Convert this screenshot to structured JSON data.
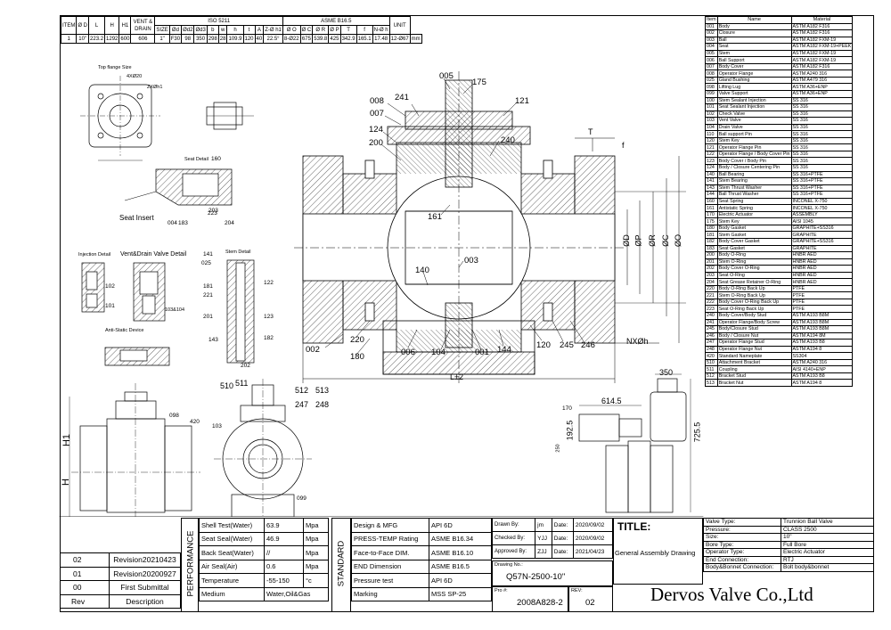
{
  "dims_table": {
    "iso_header": "ISO 5211",
    "asme_header": "ASME B16.5",
    "cols_left": [
      "ITEM",
      "Ø D",
      "L",
      "H",
      "H1",
      "VENT & DRAIN"
    ],
    "size_header": "SIZE",
    "cols_iso": [
      "SIZE",
      "Ød",
      "Ød2",
      "Ød3",
      "b",
      "w",
      "h",
      "t",
      "A",
      "Z-Ø h1"
    ],
    "cols_asme": [
      "Ø O",
      "Ø C",
      "Ø R",
      "Ø P",
      "T",
      "f",
      "N-Ø h"
    ],
    "unit": "UNIT",
    "row": [
      "1",
      "10\"",
      "223.2",
      "1292",
      "600",
      "606",
      "1\"",
      "F30",
      "98",
      "350",
      "298",
      "28",
      "109.9",
      "120",
      "40",
      "22.5°",
      "8-Ø22",
      "675",
      "539.8",
      "425",
      "342.9",
      "165.1",
      "17.48",
      "12-Ø67",
      "mm"
    ]
  },
  "parts_table": {
    "headers": [
      "Item",
      "Name",
      "Material"
    ],
    "rows": [
      [
        "001",
        "Body",
        "ASTM A182 F316"
      ],
      [
        "002",
        "Closure",
        "ASTM A182 F316"
      ],
      [
        "003",
        "Ball",
        "ASTM A182 FXM-19"
      ],
      [
        "004",
        "Seat",
        "ASTM A182 FXM-19+PEEK"
      ],
      [
        "005",
        "Stem",
        "ASTM A182 FXM-19"
      ],
      [
        "006",
        "Ball Support",
        "ASTM A182 FXM-19"
      ],
      [
        "007",
        "Body Cover",
        "ASTM A182 F316"
      ],
      [
        "008",
        "Operator Flange",
        "ASTM A240 316"
      ],
      [
        "025",
        "Gland Bushing",
        "ASTM A479 316"
      ],
      [
        "098",
        "Lifting Lug",
        "ASTM A36+ENP"
      ],
      [
        "099",
        "Valve Support",
        "ASTM A36+ENP"
      ],
      [
        "100",
        "Stem Sealant Injection",
        "SS 316"
      ],
      [
        "101",
        "Seat Sealant Injection",
        "SS 316"
      ],
      [
        "102",
        "Check Valve",
        "SS 316"
      ],
      [
        "103",
        "Vent Valve",
        "SS 316"
      ],
      [
        "104",
        "Drain Valve",
        "SS 316"
      ],
      [
        "110",
        "Ball support Pin",
        "SS 316"
      ],
      [
        "120",
        "Stem Key",
        "SS 316"
      ],
      [
        "121",
        "Operator Flange Pin",
        "SS 316"
      ],
      [
        "122",
        "Operator Flange / Body Cover Pin",
        "SS 316"
      ],
      [
        "123",
        "Body Cover / Body Pin",
        "SS 316"
      ],
      [
        "124",
        "Body / Closure Centering Pin",
        "SS 316"
      ],
      [
        "140",
        "Ball Bearing",
        "SS 316+PTFE"
      ],
      [
        "141",
        "Stem Bearing",
        "SS 316+PTFE"
      ],
      [
        "143",
        "Stem Thrust Washer",
        "SS 316+PTFE"
      ],
      [
        "144",
        "Ball Thrust Washer",
        "SS 316+PTFE"
      ],
      [
        "160",
        "Seat Spring",
        "INCONEL X-750"
      ],
      [
        "161",
        "Antistatic Spring",
        "INCONEL X-750"
      ],
      [
        "170",
        "Electric Actuator",
        "ASSEMBLY"
      ],
      [
        "175",
        "Stem Key",
        "AISI 1045"
      ],
      [
        "180",
        "Body Gasket",
        "GRAPHITE+SS316"
      ],
      [
        "181",
        "Stem Gasket",
        "GRAPHITE"
      ],
      [
        "182",
        "Body Cover Gasket",
        "GRAPHITE+SS316"
      ],
      [
        "183",
        "Seat Gasket",
        "GRAPHITE"
      ],
      [
        "200",
        "Body O-Ring",
        "HNBR AED"
      ],
      [
        "201",
        "Stem O-Ring",
        "HNBR AED"
      ],
      [
        "202",
        "Body Cover O-Ring",
        "HNBR AED"
      ],
      [
        "203",
        "Seat O-Ring",
        "HNBR AED"
      ],
      [
        "204",
        "Seat Grease Retainer O-Ring",
        "HNBR AED"
      ],
      [
        "220",
        "Body O-Ring Back Up",
        "PTFE"
      ],
      [
        "221",
        "Stem O-Ring Back Up",
        "PTFE"
      ],
      [
        "222",
        "Body Cover O-Ring Back Up",
        "PTFE"
      ],
      [
        "223",
        "Seat O-Ring Back Up",
        "PTFE"
      ],
      [
        "240",
        "Body Cover/Body Stud",
        "ASTM A193 B8M"
      ],
      [
        "241",
        "Operator Flange/Body Screw",
        "ASTM A193 B8M"
      ],
      [
        "245",
        "Body/Closure Stud",
        "ASTM A193 B8M"
      ],
      [
        "246",
        "Body / Closure Nut",
        "ASTM A194 8M"
      ],
      [
        "247",
        "Operator Flange Stud",
        "ASTM A193 B8"
      ],
      [
        "248",
        "Operator Flange Nut",
        "ASTM A194 8"
      ],
      [
        "420",
        "Standard Nameplate",
        "SS304"
      ],
      [
        "510",
        "Attachment Bracket",
        "ASTM A240 316"
      ],
      [
        "511",
        "Coupling",
        "AISI 4140+ENP"
      ],
      [
        "512",
        "Bracket Stud",
        "ASTM A193 B8"
      ],
      [
        "513",
        "Bracket Nut",
        "ASTM A194 8"
      ]
    ]
  },
  "detail_labels": {
    "top_flange": "Top flange Size",
    "seat_detail": "Seat Detail",
    "seat_insert": "Seat Insert",
    "injection_detail": "Injection Detail",
    "vent_drain": "Vent&Drain Valve Detail",
    "stem_detail": "Stem Detail",
    "anti_static": "Anti-Static Device",
    "flange_text_1": "4XØ20",
    "flange_text_2": "ZXØh1",
    "vd_label": "103&104"
  },
  "callouts": [
    "005",
    "175",
    "241",
    "008",
    "007",
    "121",
    "124",
    "240",
    "200",
    "161",
    "003",
    "140",
    "002",
    "220",
    "180",
    "006",
    "104",
    "001",
    "144",
    "120",
    "245",
    "246",
    "160",
    "004",
    "183",
    "203",
    "204",
    "223",
    "141",
    "025",
    "181",
    "221",
    "201",
    "122",
    "123",
    "143",
    "182",
    "202",
    "102",
    "101",
    "510",
    "511",
    "512",
    "513",
    "247",
    "248",
    "098",
    "103",
    "099",
    "420",
    "170"
  ],
  "main_dims": {
    "L": "L±2",
    "T": "T",
    "f": "f",
    "NXOh": "NXØh",
    "OD": "ØD",
    "OP": "ØP",
    "OR": "ØR",
    "OC": "ØC",
    "OO": "ØO",
    "H": "H",
    "H1": "H1",
    "actuator_w1": "614.5",
    "actuator_w2": "350",
    "actuator_h1": "192.5",
    "actuator_h2": "725.5",
    "actuator_h3": "250"
  },
  "revisions": [
    {
      "rev": "02",
      "desc": "Revision20210423"
    },
    {
      "rev": "01",
      "desc": "Revision20200927"
    },
    {
      "rev": "00",
      "desc": "First Submittal"
    }
  ],
  "rev_header": {
    "rev": "Rev",
    "desc": "Description"
  },
  "performance": {
    "title": "PERFORMANCE",
    "rows": [
      {
        "label": "Shell Test(Water)",
        "value": "63.9",
        "unit": "Mpa"
      },
      {
        "label": "Seat Seal(Water)",
        "value": "46.9",
        "unit": "Mpa"
      },
      {
        "label": "Back Seat(Water)",
        "value": "//",
        "unit": "Mpa"
      },
      {
        "label": "Air Seal(Air)",
        "value": "0.6",
        "unit": "Mpa"
      },
      {
        "label": "Temperature",
        "value": "-55-150",
        "unit": "°c"
      },
      {
        "label": "Medium",
        "value": "Water,Oil&Gas",
        "unit": ""
      }
    ]
  },
  "standard": {
    "title": "STANDARD",
    "rows": [
      {
        "label": "Design & MFG",
        "value": "API 6D"
      },
      {
        "label": "PRESS-TEMP Rating",
        "value": "ASME B16.34"
      },
      {
        "label": "Face-to-Face DIM.",
        "value": "ASME B16.10"
      },
      {
        "label": "END Dimension",
        "value": "ASME B16.5"
      },
      {
        "label": "Pressure test",
        "value": "API 6D"
      },
      {
        "label": "Marking",
        "value": "MSS SP-25"
      }
    ]
  },
  "approvals": [
    {
      "label": "Drawn By:",
      "name": "jm",
      "date_label": "Date:",
      "date": "2020/09/02"
    },
    {
      "label": "Checked By:",
      "name": "YJJ",
      "date_label": "Date:",
      "date": "2020/09/02"
    },
    {
      "label": "Approved By:",
      "name": "ZJJ",
      "date_label": "Date:",
      "date": "2021/04/23"
    }
  ],
  "drawing_no_label": "Drawing No.:",
  "drawing_no": "Q57N-2500-10\"",
  "pro_label": "Pro #:",
  "pro_no": "2008A828-2",
  "rev_label": "REV:",
  "rev_no": "02",
  "title_label": "TITLE:",
  "title": "General Assembly Drawing",
  "valve_info": [
    {
      "label": "Valve Type:",
      "value": "Trunnion Ball Valve"
    },
    {
      "label": "Pressure:",
      "value": "CLASS 2500"
    },
    {
      "label": "Size:",
      "value": "10\""
    },
    {
      "label": "Bore Type:",
      "value": "Full Bore"
    },
    {
      "label": "Operator Type:",
      "value": "Electric Actuator"
    },
    {
      "label": "End Connection:",
      "value": "RTJ"
    },
    {
      "label": "Body&Bonnet Connection:",
      "value": "Bolt body&bonnet"
    }
  ],
  "company": "Dervos Valve Co.,Ltd"
}
